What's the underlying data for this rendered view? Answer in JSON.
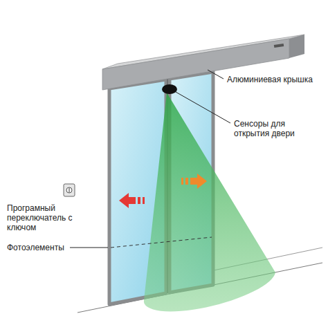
{
  "diagram": {
    "labels": [
      "Алюминиевая крышка",
      "Сенсоры для открытия двери",
      "Програмный переключатель с ключом",
      "Фотоэлементы"
    ]
  }
}
